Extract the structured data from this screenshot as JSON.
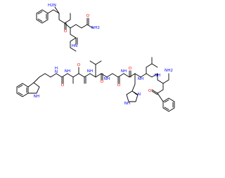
{
  "colors": {
    "bond": "#000000",
    "oxygen": "#ff0000",
    "nitrogen": "#0000ff",
    "background": "#ffffff"
  },
  "labels": {
    "amine_nh2": "H2N",
    "gln_carbonyl_o": "O",
    "gln_side_nh2": "NH2",
    "gln_side_o": "O",
    "gln_nh": "HN",
    "trp_indole_nh": "NH",
    "trp_amide_h": "H",
    "trp_amide_n": "N",
    "trp_carbonyl_o": "O",
    "ala_carbonyl_o": "O",
    "ala_nh": "NH",
    "val_nh": "NH",
    "val_carbonyl_o": "O",
    "gly_nh": "NH",
    "gly_carbonyl_o": "O",
    "his_nh": "NH",
    "his_carbonyl_o": "O",
    "his_ring_n": "N",
    "his_ring_nh": "NH",
    "leu_nh": "NH",
    "phe_nh": "NH",
    "c_term_o": "O",
    "c_term_nh2": "NH2"
  }
}
